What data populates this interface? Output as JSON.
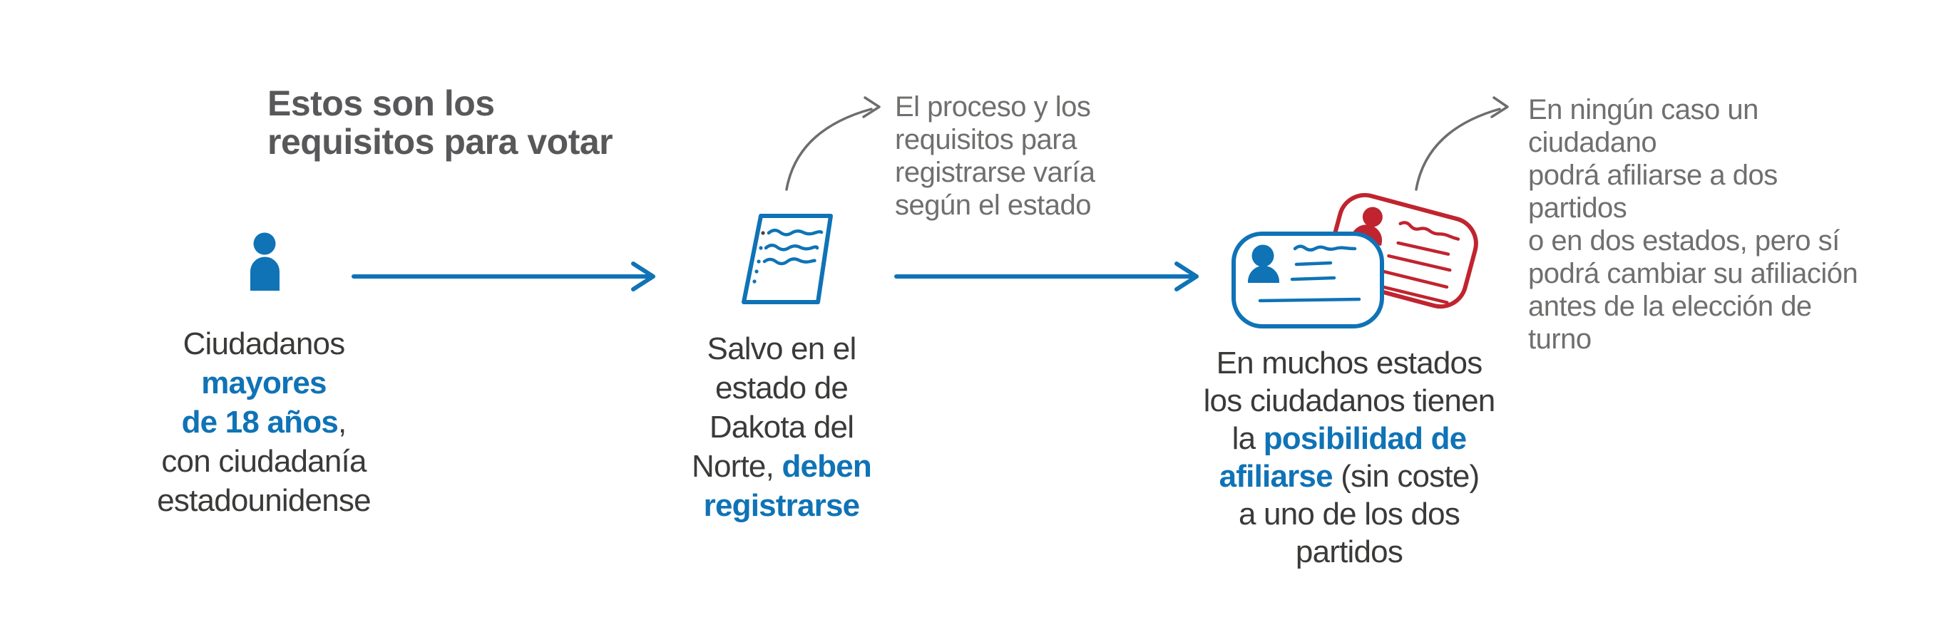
{
  "colors": {
    "blue": "#0f73b6",
    "red": "#c0242f",
    "dark": "#3a3a39",
    "gray": "#6f6f6e",
    "titlegray": "#58585a"
  },
  "title": {
    "line1": "Estos son los",
    "line2": "requisitos para votar"
  },
  "steps": [
    {
      "name": "citizens",
      "lines": [
        [
          {
            "t": "Ciudadanos"
          }
        ],
        [
          {
            "t": "mayores",
            "em": true
          }
        ],
        [
          {
            "t": "de 18 años",
            "em": true
          },
          {
            "t": ","
          }
        ],
        [
          {
            "t": "con ciudadanía"
          }
        ],
        [
          {
            "t": "estadounidense"
          }
        ]
      ]
    },
    {
      "name": "register",
      "lines": [
        [
          {
            "t": "Salvo en el"
          }
        ],
        [
          {
            "t": "estado de"
          }
        ],
        [
          {
            "t": "Dakota del"
          }
        ],
        [
          {
            "t": "Norte, "
          },
          {
            "t": "deben",
            "em": true
          }
        ],
        [
          {
            "t": "registrarse",
            "em": true
          }
        ]
      ]
    },
    {
      "name": "affiliate",
      "lines": [
        [
          {
            "t": "En muchos estados"
          }
        ],
        [
          {
            "t": "los ciudadanos tienen"
          }
        ],
        [
          {
            "t": "la "
          },
          {
            "t": "posibilidad de",
            "em": true
          }
        ],
        [
          {
            "t": "afiliarse",
            "em": true
          },
          {
            "t": " (sin coste)"
          }
        ],
        [
          {
            "t": "a uno de los dos"
          }
        ],
        [
          {
            "t": "partidos"
          }
        ]
      ]
    }
  ],
  "annotations": [
    {
      "name": "registration-varies",
      "lines": [
        "El proceso y los",
        "requisitos para",
        "registrarse varía",
        "según el estado"
      ]
    },
    {
      "name": "no-double-affiliation",
      "lines": [
        "En ningún caso un ciudadano",
        "podrá afiliarse a dos partidos",
        "o en dos estados, pero sí",
        "podrá cambiar su afiliación",
        "antes de la elección de turno"
      ]
    }
  ],
  "icons": {
    "person": "person-icon",
    "document": "registration-form-icon",
    "card_blue": "id-card-blue-icon",
    "card_red": "id-card-red-icon",
    "arrow1": "arrow-right-icon",
    "arrow2": "arrow-right-icon",
    "curve1": "curved-arrow-icon",
    "curve2": "curved-arrow-icon"
  }
}
